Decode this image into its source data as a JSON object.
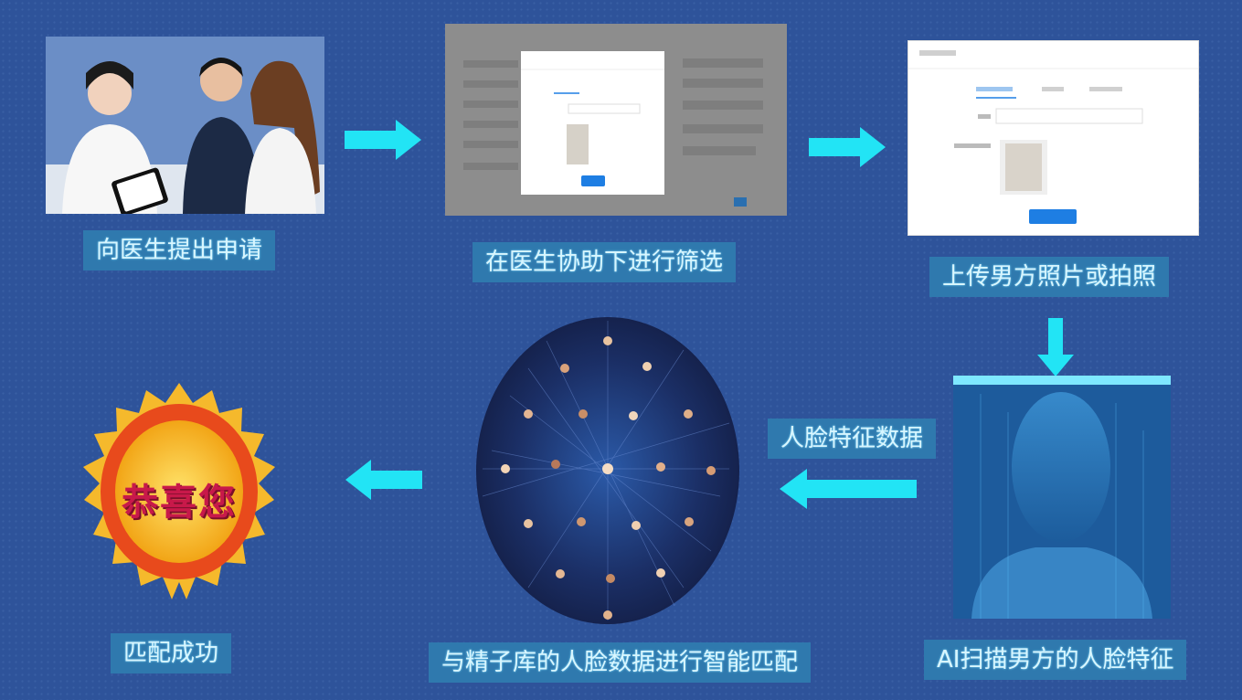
{
  "colors": {
    "background": "#2e539a",
    "label_bg": "#2f79ae",
    "label_text": "#d8f6ff",
    "arrow": "#22e4f5",
    "button": "#1e7ee3",
    "medal_text": "#c8194a"
  },
  "steps": [
    {
      "label": "向医生提出申请"
    },
    {
      "label": "在医生协助下进行筛选"
    },
    {
      "label": "上传男方照片或拍照"
    },
    {
      "label": "AI扫描男方的人脸特征"
    },
    {
      "label": "与精子库的人脸数据进行智能匹配"
    },
    {
      "label": "匹配成功"
    }
  ],
  "arrow_caption": "人脸特征数据",
  "medal_text": "恭喜您",
  "icons": [
    "arrow-right-icon",
    "arrow-down-icon",
    "arrow-left-icon",
    "medal-icon",
    "face-scan-icon",
    "people-network-icon"
  ]
}
